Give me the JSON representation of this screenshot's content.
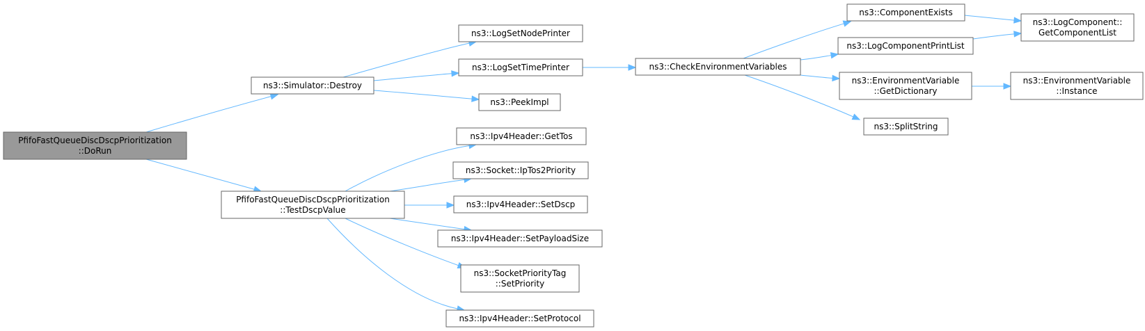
{
  "nodes": [
    {
      "id": "root",
      "lines": [
        "PfifoFastQueueDiscDscpPrioritization",
        "::DoRun"
      ],
      "root": true
    },
    {
      "id": "destroy",
      "lines": [
        "ns3::Simulator::Destroy"
      ]
    },
    {
      "id": "testdscp",
      "lines": [
        "PfifoFastQueueDiscDscpPrioritization",
        "::TestDscpValue"
      ]
    },
    {
      "id": "lognode",
      "lines": [
        "ns3::LogSetNodePrinter"
      ]
    },
    {
      "id": "logtime",
      "lines": [
        "ns3::LogSetTimePrinter"
      ]
    },
    {
      "id": "peekimpl",
      "lines": [
        "ns3::PeekImpl"
      ]
    },
    {
      "id": "gettos",
      "lines": [
        "ns3::Ipv4Header::GetTos"
      ]
    },
    {
      "id": "iptos",
      "lines": [
        "ns3::Socket::IpTos2Priority"
      ]
    },
    {
      "id": "setdscp",
      "lines": [
        "ns3::Ipv4Header::SetDscp"
      ]
    },
    {
      "id": "setpayload",
      "lines": [
        "ns3::Ipv4Header::SetPayloadSize"
      ]
    },
    {
      "id": "setpriority",
      "lines": [
        "ns3::SocketPriorityTag",
        "::SetPriority"
      ]
    },
    {
      "id": "setprotocol",
      "lines": [
        "ns3::Ipv4Header::SetProtocol"
      ]
    },
    {
      "id": "checkenv",
      "lines": [
        "ns3::CheckEnvironmentVariables"
      ]
    },
    {
      "id": "compexists",
      "lines": [
        "ns3::ComponentExists"
      ]
    },
    {
      "id": "printlist",
      "lines": [
        "ns3::LogComponentPrintList"
      ]
    },
    {
      "id": "getdict",
      "lines": [
        "ns3::EnvironmentVariable",
        "::GetDictionary"
      ]
    },
    {
      "id": "splitstring",
      "lines": [
        "ns3::SplitString"
      ]
    },
    {
      "id": "getcomplist",
      "lines": [
        "ns3::LogComponent::",
        "GetComponentList"
      ]
    },
    {
      "id": "envinstance",
      "lines": [
        "ns3::EnvironmentVariable",
        "::Instance"
      ]
    }
  ],
  "edges": [
    {
      "from": "root",
      "to": "destroy"
    },
    {
      "from": "root",
      "to": "testdscp"
    },
    {
      "from": "destroy",
      "to": "lognode"
    },
    {
      "from": "destroy",
      "to": "logtime"
    },
    {
      "from": "destroy",
      "to": "peekimpl"
    },
    {
      "from": "logtime",
      "to": "checkenv"
    },
    {
      "from": "checkenv",
      "to": "compexists"
    },
    {
      "from": "checkenv",
      "to": "printlist"
    },
    {
      "from": "checkenv",
      "to": "getdict"
    },
    {
      "from": "checkenv",
      "to": "splitstring"
    },
    {
      "from": "compexists",
      "to": "getcomplist"
    },
    {
      "from": "printlist",
      "to": "getcomplist"
    },
    {
      "from": "getdict",
      "to": "envinstance"
    },
    {
      "from": "testdscp",
      "to": "gettos"
    },
    {
      "from": "testdscp",
      "to": "iptos"
    },
    {
      "from": "testdscp",
      "to": "setdscp"
    },
    {
      "from": "testdscp",
      "to": "setpayload"
    },
    {
      "from": "testdscp",
      "to": "setpriority"
    },
    {
      "from": "testdscp",
      "to": "setprotocol"
    }
  ]
}
